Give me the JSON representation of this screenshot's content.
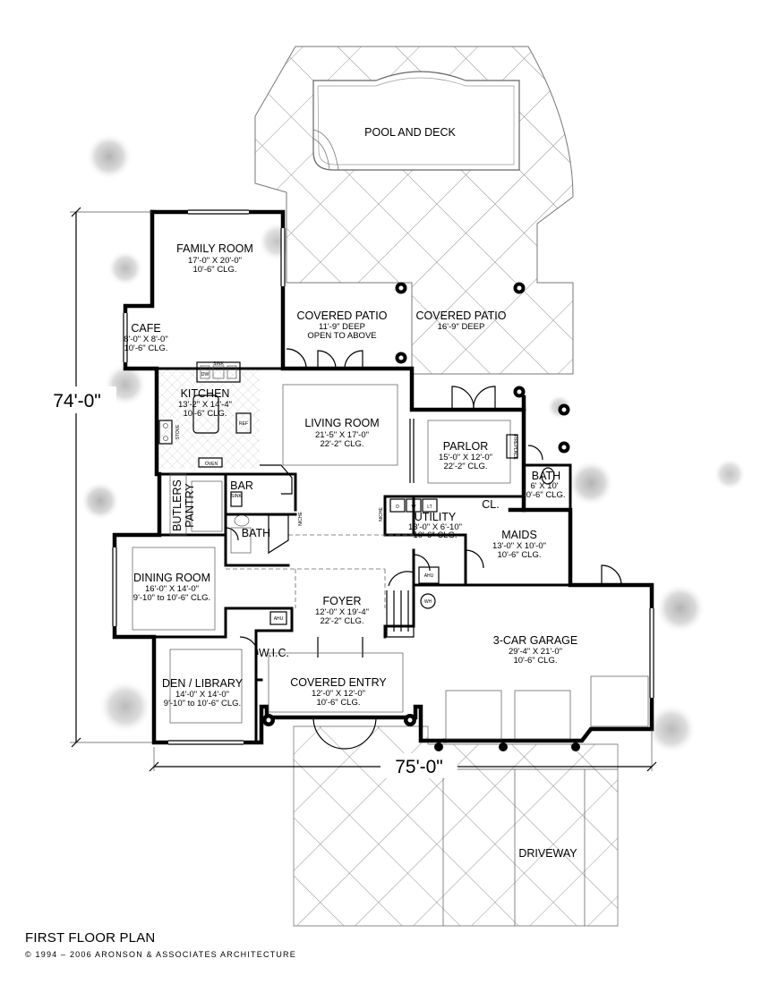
{
  "title": "FIRST FLOOR PLAN",
  "copyright": "© 1994 – 2006 ARONSON & ASSOCIATES ARCHITECTURE",
  "dimensions": {
    "depth": "74'-0\"",
    "width": "75'-0\""
  },
  "rooms": {
    "pool": {
      "name": "POOL AND DECK"
    },
    "family": {
      "name": "FAMILY ROOM",
      "size": "17'-0\" X 20'-0\"",
      "clg": "10'-6\" CLG."
    },
    "cafe": {
      "name": "CAFE",
      "size": "8'-0\" X 8'-0\"",
      "clg": "10'-6\" CLG."
    },
    "patio1": {
      "name": "COVERED PATIO",
      "depth": "11'-9\" DEEP",
      "note": "OPEN TO ABOVE"
    },
    "patio2": {
      "name": "COVERED PATIO",
      "depth": "16'-9\" DEEP"
    },
    "kitchen": {
      "name": "KITCHEN",
      "size": "13'-2\" X 14'-4\"",
      "clg": "10'-6\" CLG."
    },
    "living": {
      "name": "LIVING ROOM",
      "size": "21'-5\" X 17'-0\"",
      "clg": "22'-2\" CLG."
    },
    "parlor": {
      "name": "PARLOR",
      "size": "15'-0\" X 12'-0\"",
      "clg": "22'-2\" CLG."
    },
    "bath_maid": {
      "name": "BATH",
      "size": "6' X 10'",
      "clg": "10'-6\" CLG."
    },
    "bar": {
      "name": "BAR"
    },
    "butlers": {
      "name1": "BUTLERS",
      "name2": "PANTRY"
    },
    "bath_half": {
      "name": "BATH"
    },
    "utility": {
      "name": "UTILITY",
      "size": "13'-0\" X 6'-10\"",
      "clg": "10'-6\" CLG."
    },
    "closet": {
      "name": "CL."
    },
    "maids": {
      "name": "MAIDS",
      "size": "13'-0\" X 10'-0\"",
      "clg": "10'-6\" CLG."
    },
    "dining": {
      "name": "DINING ROOM",
      "size": "16'-0\" X 14'-0\"",
      "clg": "9'-10\" to 10'-6\" CLG."
    },
    "foyer": {
      "name": "FOYER",
      "size": "12'-0\" X 19'-4\"",
      "clg": "22'-2\" CLG."
    },
    "garage": {
      "name": "3-CAR GARAGE",
      "size": "29'-4\" X 21'-0\"",
      "clg": "10'-6\" CLG."
    },
    "den": {
      "name": "DEN / LIBRARY",
      "size": "14'-0\" X 14'-0\"",
      "clg": "9'-10\" to 10'-6\" CLG."
    },
    "wic": {
      "name": "W.I.C."
    },
    "entry": {
      "name": "COVERED ENTRY",
      "size": "12'-0\" X 12'-0\"",
      "clg": "10'-6\" CLG."
    },
    "driveway": {
      "name": "DRIVEWAY"
    }
  },
  "fixtures": {
    "oven": "OVEN",
    "sink": "SINK",
    "sink2": "SINK",
    "dw": "DW",
    "ref": "REF",
    "stove": "STOVE",
    "fireplace": "FIREPLACE",
    "niche1": "NICHE",
    "niche2": "NICHE",
    "ahu1": "AHU",
    "ahu2": "AHU",
    "wh": "WH",
    "dryer": "D",
    "washer": "W",
    "lt": "LT"
  }
}
